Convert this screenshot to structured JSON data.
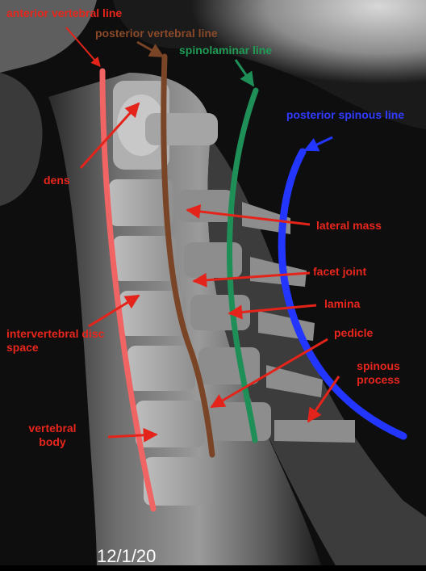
{
  "labels": {
    "anterior_vertebral_line": "anterior vertebral line",
    "posterior_vertebral_line": "posterior vertebral line",
    "spinolaminar_line": "spinolaminar line",
    "posterior_spinous_line": "posterior spinous line",
    "dens": "dens",
    "lateral_mass": "lateral mass",
    "facet_joint": "facet joint",
    "lamina": "lamina",
    "intervertebral_disc_space": "intervertebral disc space",
    "pedicle": "pedicle",
    "spinous_process": "spinous process",
    "vertebral_body": "vertebral body"
  },
  "footer": {
    "date": "12/1/20"
  },
  "colors": {
    "anterior_line": "#f06464",
    "posterior_line": "#7a4426",
    "spinolaminar_line": "#1f8f58",
    "spinous_line": "#2236ff",
    "label_red": "#e8261c",
    "arrow_red": "#e4241a"
  }
}
